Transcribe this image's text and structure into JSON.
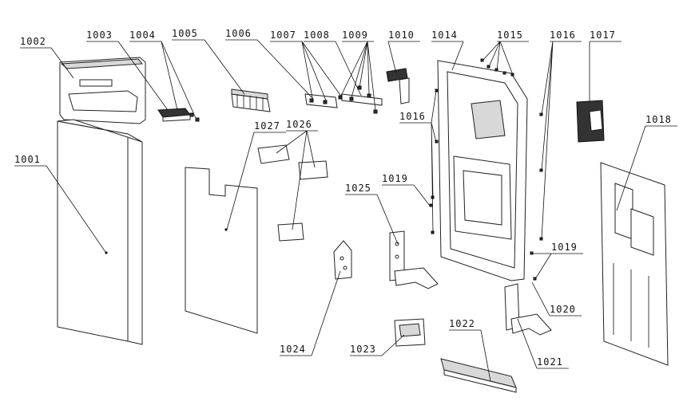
{
  "labels": {
    "p1001": "1001",
    "p1002": "1002",
    "p1003": "1003",
    "p1004": "1004",
    "p1005": "1005",
    "p1006": "1006",
    "p1007": "1007",
    "p1008": "1008",
    "p1009": "1009",
    "p1010": "1010",
    "p1014": "1014",
    "p1015": "1015",
    "p1016a": "1016",
    "p1016b": "1016",
    "p1017": "1017",
    "p1018": "1018",
    "p1019a": "1019",
    "p1019b": "1019",
    "p1020": "1020",
    "p1021": "1021",
    "p1022": "1022",
    "p1023": "1023",
    "p1024": "1024",
    "p1025": "1025",
    "p1026": "1026",
    "p1027": "1027"
  }
}
